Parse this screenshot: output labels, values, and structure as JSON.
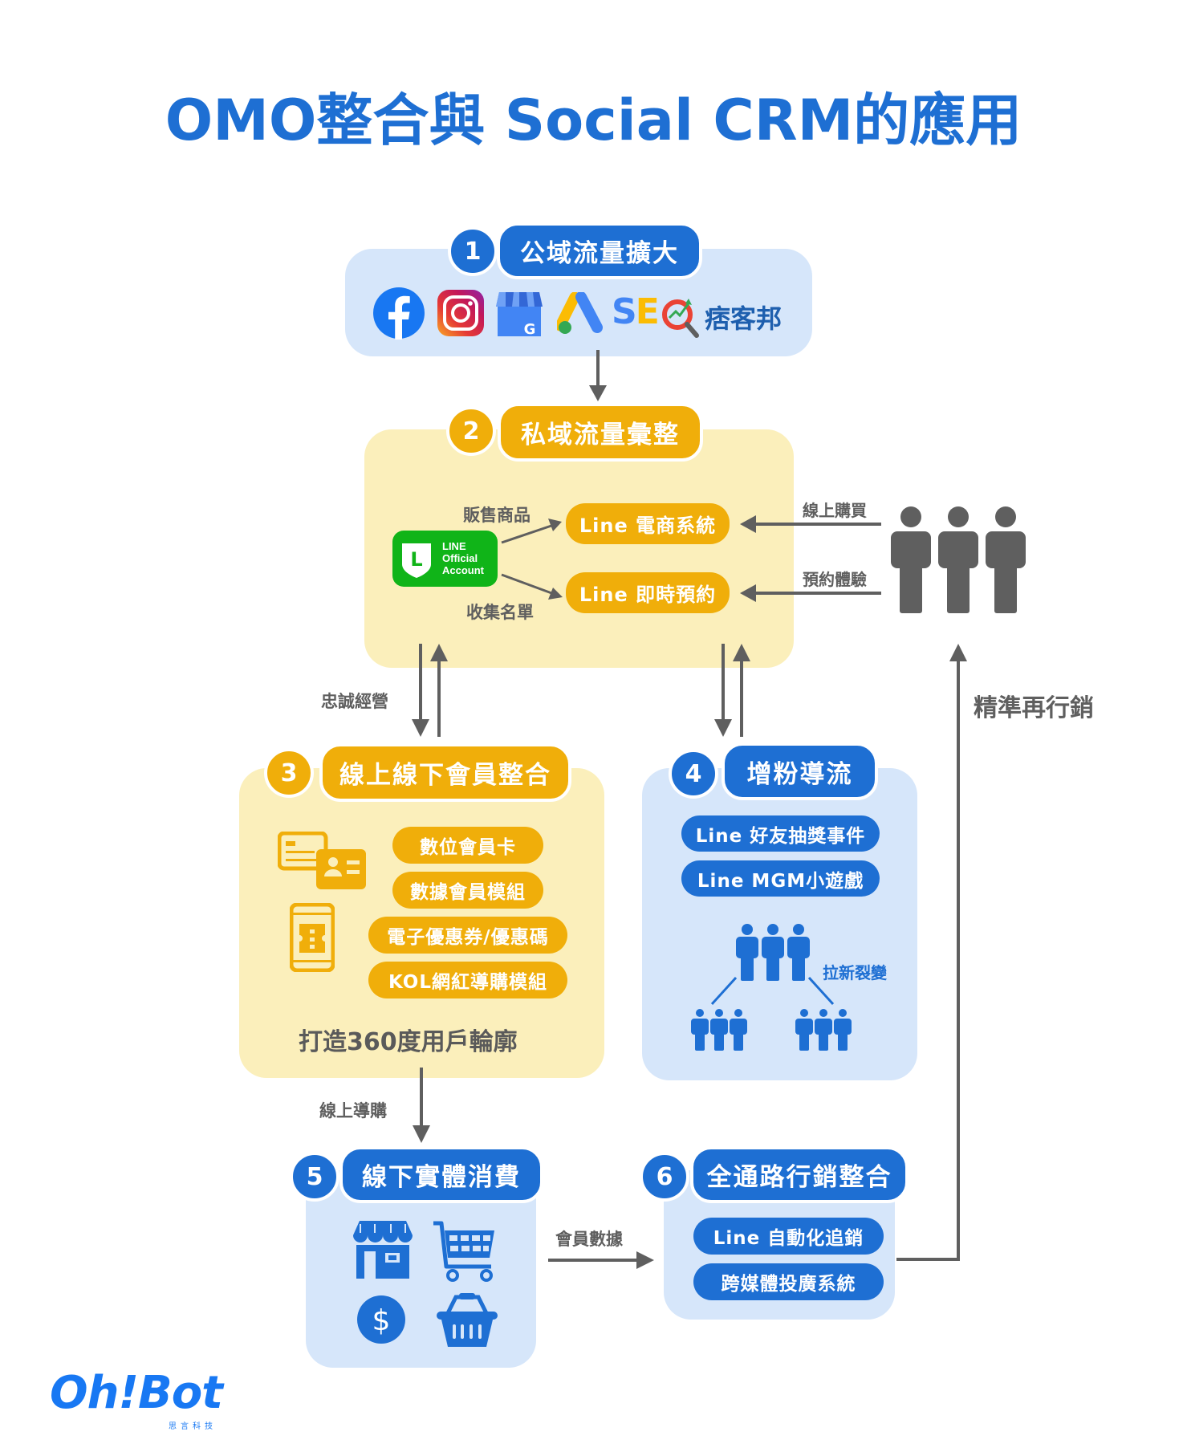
{
  "title": "OMO整合與 Social CRM的應用",
  "colors": {
    "blue": "#1E6FD3",
    "light_blue": "#D6E6FA",
    "yellow": "#F0AE0A",
    "light_yellow": "#FBEFBB",
    "arrow_gray": "#5f5f5f",
    "line_green": "#10B418"
  },
  "sections": {
    "s1": {
      "number": "1",
      "title": "公域流量擴大",
      "icons": [
        "facebook-icon",
        "instagram-icon",
        "google-my-business-icon",
        "google-ads-icon",
        "seo-icon",
        "pixnet-logo"
      ],
      "seo_text": "SEO",
      "pixnet_text": "痞客邦"
    },
    "s2": {
      "number": "2",
      "title": "私域流量彙整",
      "line_logo": {
        "line1": "LINE",
        "line2": "Official",
        "line3": "Account",
        "letter": "L"
      },
      "label_sell": "販售商品",
      "label_collect": "收集名單",
      "pill_ecommerce": "Line 電商系統",
      "pill_booking": "Line 即時預約",
      "label_online_buy": "線上購買",
      "label_reserve": "預約體驗"
    },
    "s3": {
      "number": "3",
      "title": "線上線下會員整合",
      "items": [
        "數位會員卡",
        "數據會員模組",
        "電子優惠券/優惠碼",
        "KOL網紅導購模組"
      ],
      "footer": "打造360度用戶輪廓"
    },
    "s4": {
      "number": "4",
      "title": "增粉導流",
      "items": [
        "Line 好友抽獎事件",
        "Line MGM小遊戲"
      ],
      "label_viral": "拉新裂變"
    },
    "s5": {
      "number": "5",
      "title": "線下實體消費",
      "icons": [
        "store-icon",
        "shopping-cart-icon",
        "dollar-icon",
        "basket-icon"
      ]
    },
    "s6": {
      "number": "6",
      "title": "全通路行銷整合",
      "items": [
        "Line 自動化追銷",
        "跨媒體投廣系統"
      ]
    }
  },
  "connectors": {
    "loyalty": "忠誠經營",
    "online_guide": "線上導購",
    "member_data": "會員數據",
    "retarget": "精準再行銷"
  },
  "logo": {
    "main": "Oh!Bot",
    "sub": "思言科技"
  }
}
